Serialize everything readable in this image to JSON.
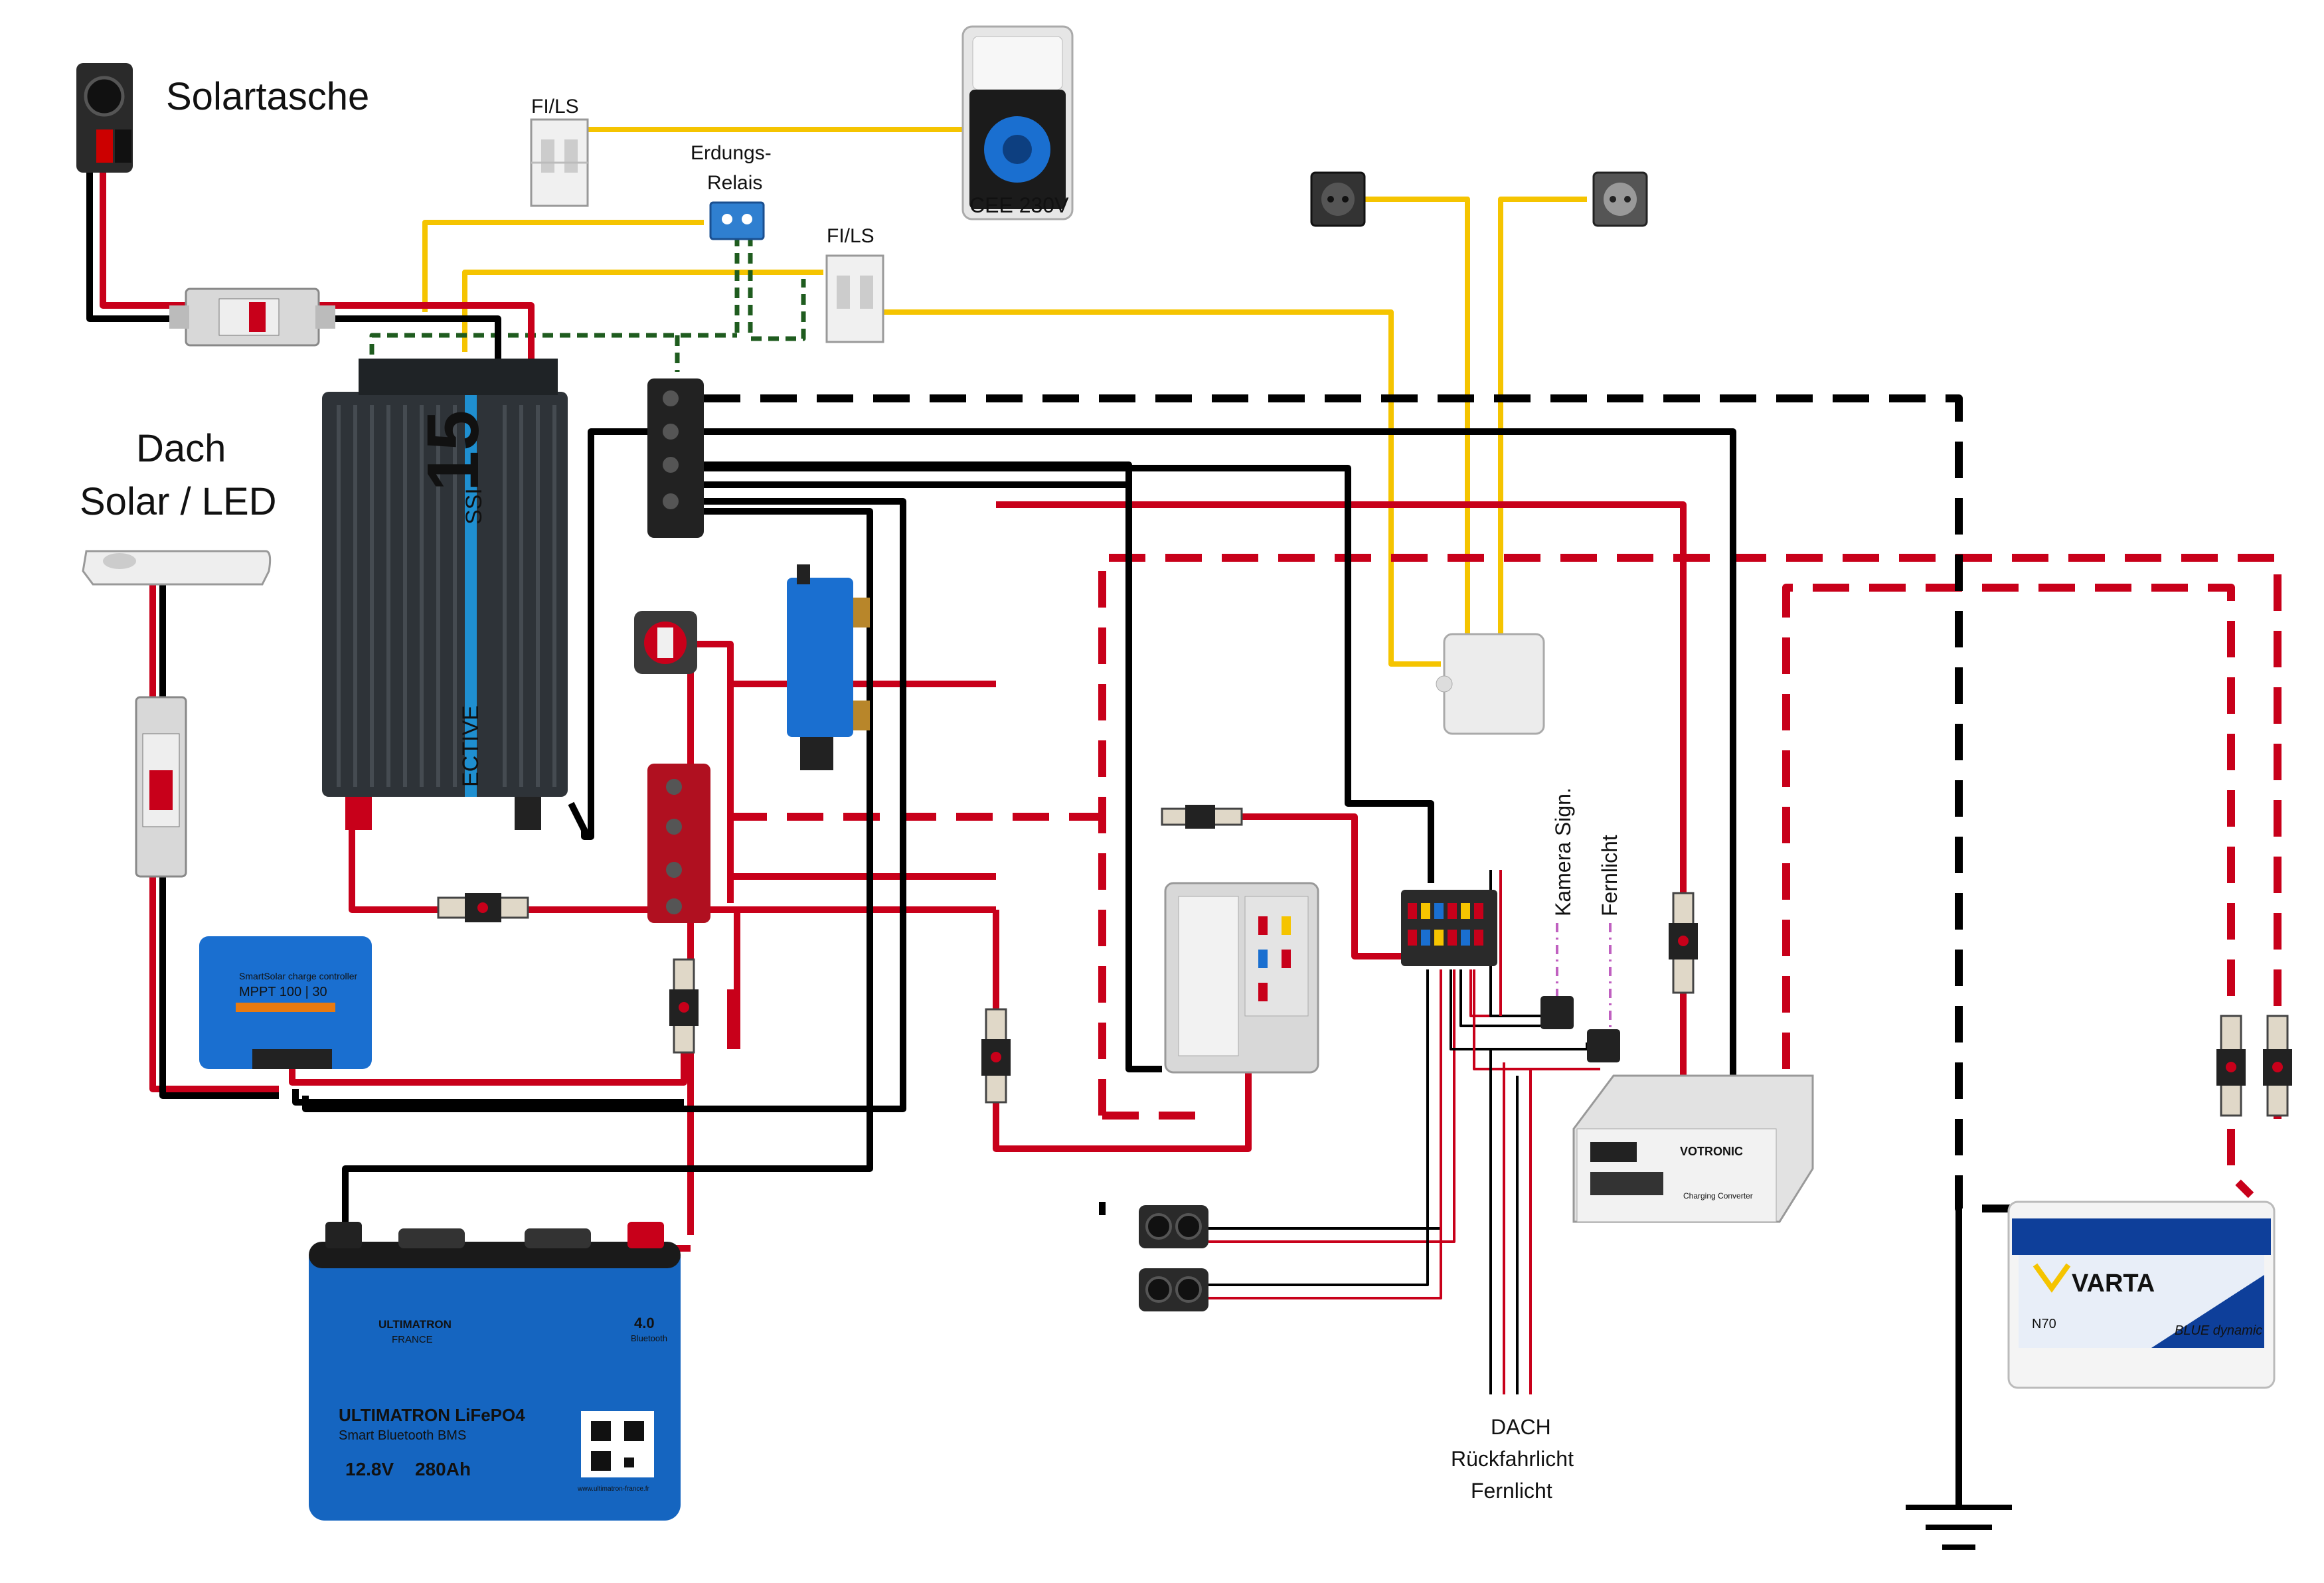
{
  "labels": {
    "solartasche": "Solartasche",
    "dach_line1": "Dach",
    "dach_line2": "Solar / LED",
    "fi_ls_top": "FI/LS",
    "fi_ls_mid": "FI/LS",
    "erdungs_line1": "Erdungs-",
    "erdungs_line2": "Relais",
    "cee": "CEE 230V",
    "kamera": "Kamera Sign.",
    "fernlicht_vertical": "Fernlicht",
    "bottom_line1": "DACH",
    "bottom_line2": "Rückfahrlicht",
    "bottom_line3": "Fernlicht"
  },
  "devices": {
    "inverter_brand": "ECTIVE",
    "inverter_model": "15",
    "inverter_series": "SSI",
    "mppt_title": "SmartSolar charge controller",
    "mppt_model": "MPPT 100 | 30",
    "battery_brand": "ULTIMATRON",
    "battery_country": "FRANCE",
    "battery_name": "ULTIMATRON LiFePO4",
    "battery_sub": "Smart Bluetooth BMS",
    "battery_voltage": "12.8V",
    "battery_capacity": "280Ah",
    "battery_version": "4.0",
    "battery_bt": "Bluetooth",
    "battery_url": "www.ultimatron-france.fr",
    "varta_brand": "VARTA",
    "varta_model": "N70",
    "varta_line": "BLUE dynamic",
    "votronic_brand": "VOTRONIC",
    "votronic_sub": "Charging Converter"
  },
  "colors": {
    "red": "#c8001a",
    "black": "#000000",
    "yellow": "#f5c400",
    "green": "#1f5c1f",
    "pink": "#c060c0",
    "blue": "#1a6fd0"
  }
}
